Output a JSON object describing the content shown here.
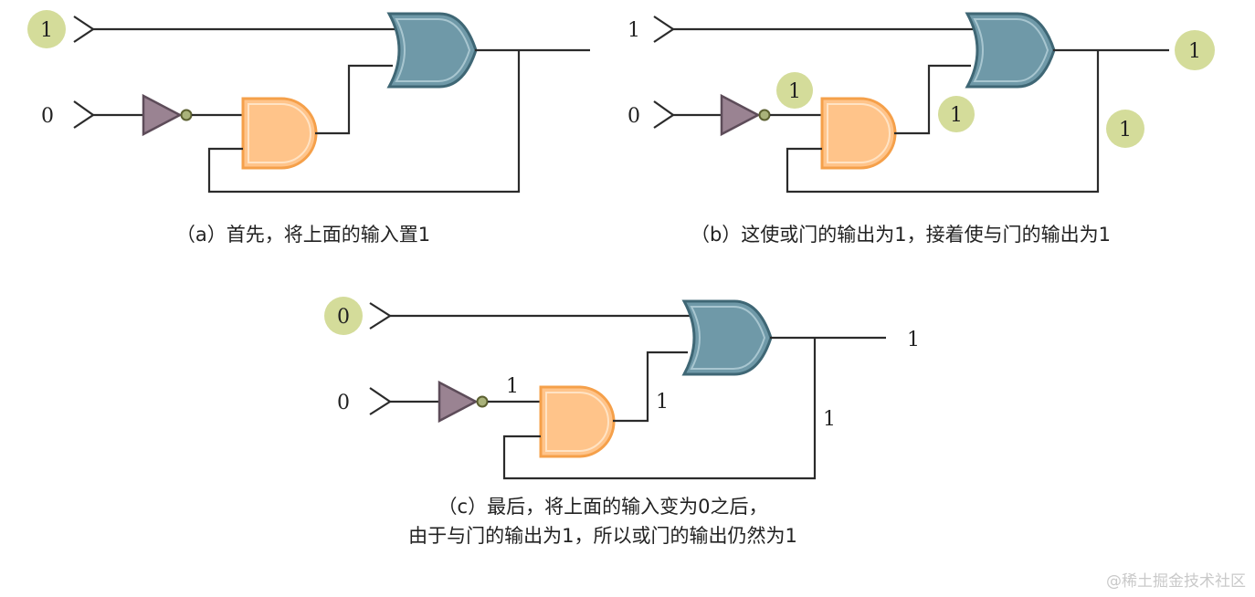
{
  "panels": [
    {
      "id": "a",
      "caption": "（a）首先，将上面的输入置1",
      "top_input": "1",
      "bottom_input": "0"
    },
    {
      "id": "b",
      "caption": "（b）这使或门的输出为1，接着使与门的输出为1",
      "top_input": "1",
      "bottom_input": "0",
      "not_output": "1",
      "and_output": "1",
      "or_output": "1",
      "feedback": "1"
    },
    {
      "id": "c",
      "caption_line1": "（c）最后，将上面的输入变为0之后，",
      "caption_line2": "由于与门的输出为1，所以或门的输出仍然为1",
      "top_input": "0",
      "bottom_input": "0",
      "not_output": "1",
      "and_output": "1",
      "or_output": "1",
      "feedback": "1"
    }
  ],
  "watermark": "@稀土掘金技术社区",
  "colors": {
    "or_gate": "#6f99a8",
    "and_gate": "#ffc48a",
    "not_gate": "#9a8392",
    "highlight_badge": "#d4dc9a"
  }
}
